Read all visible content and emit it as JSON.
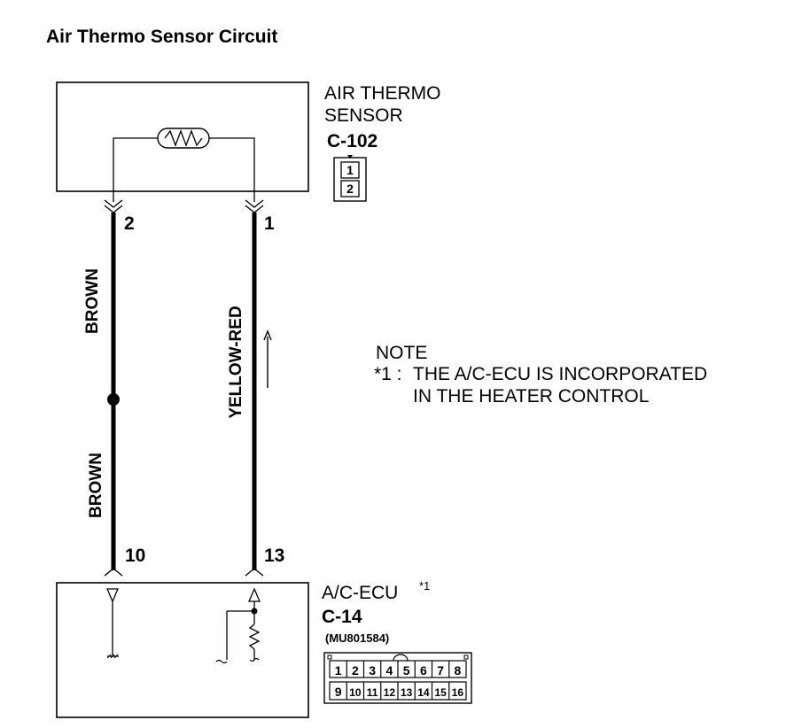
{
  "title": "Air Thermo Sensor Circuit",
  "sensor": {
    "name_line1": "AIR THERMO",
    "name_line2": "SENSOR",
    "connector": "C-102",
    "connector_pins": [
      "1",
      "2"
    ]
  },
  "wires": {
    "left": {
      "top_pin": "2",
      "bottom_pin": "10",
      "color_upper": "BROWN",
      "color_lower": "BROWN"
    },
    "right": {
      "top_pin": "1",
      "bottom_pin": "13",
      "color": "YELLOW-RED"
    }
  },
  "note": {
    "heading": "NOTE",
    "marker": "*1 :",
    "line1": "THE A/C-ECU IS INCORPORATED",
    "line2": "IN THE HEATER CONTROL"
  },
  "ecu": {
    "name": "A/C-ECU",
    "superscript": "*1",
    "connector": "C-14",
    "part_number": "(MU801584)",
    "pins_top": [
      "1",
      "2",
      "3",
      "4",
      "5",
      "6",
      "7",
      "8"
    ],
    "pins_bottom": [
      "9",
      "10",
      "11",
      "12",
      "13",
      "14",
      "15",
      "16"
    ]
  }
}
